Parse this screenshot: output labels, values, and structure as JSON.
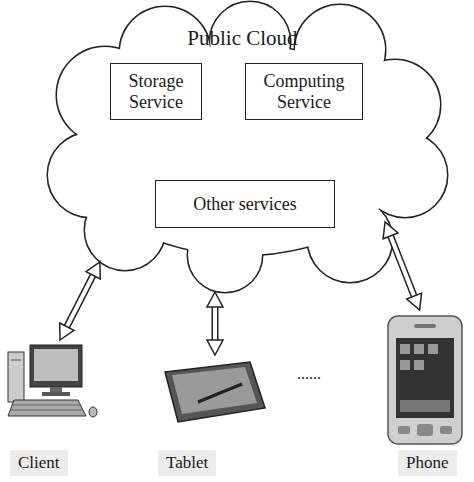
{
  "diagram": {
    "nodes": [
      {
        "text": [
          "Public Cloud"
        ]
      },
      {
        "text": [
          "Storage Service"
        ],
        "in": 0
      },
      {
        "text": [
          "Computing Service"
        ],
        "in": 0
      },
      {
        "text": [
          "Other services"
        ],
        "in": 0
      },
      {
        "text": [
          "Client"
        ]
      },
      {
        "text": [
          "Tablet"
        ]
      },
      {
        "text": [
          "Phone"
        ]
      }
    ],
    "edges": [
      {
        "from": 4,
        "to": 0,
        "arrow": "both"
      },
      {
        "from": 5,
        "to": 0,
        "arrow": "both"
      },
      {
        "from": 6,
        "to": 0,
        "arrow": "both"
      }
    ],
    "labels": [
      "......"
    ]
  }
}
